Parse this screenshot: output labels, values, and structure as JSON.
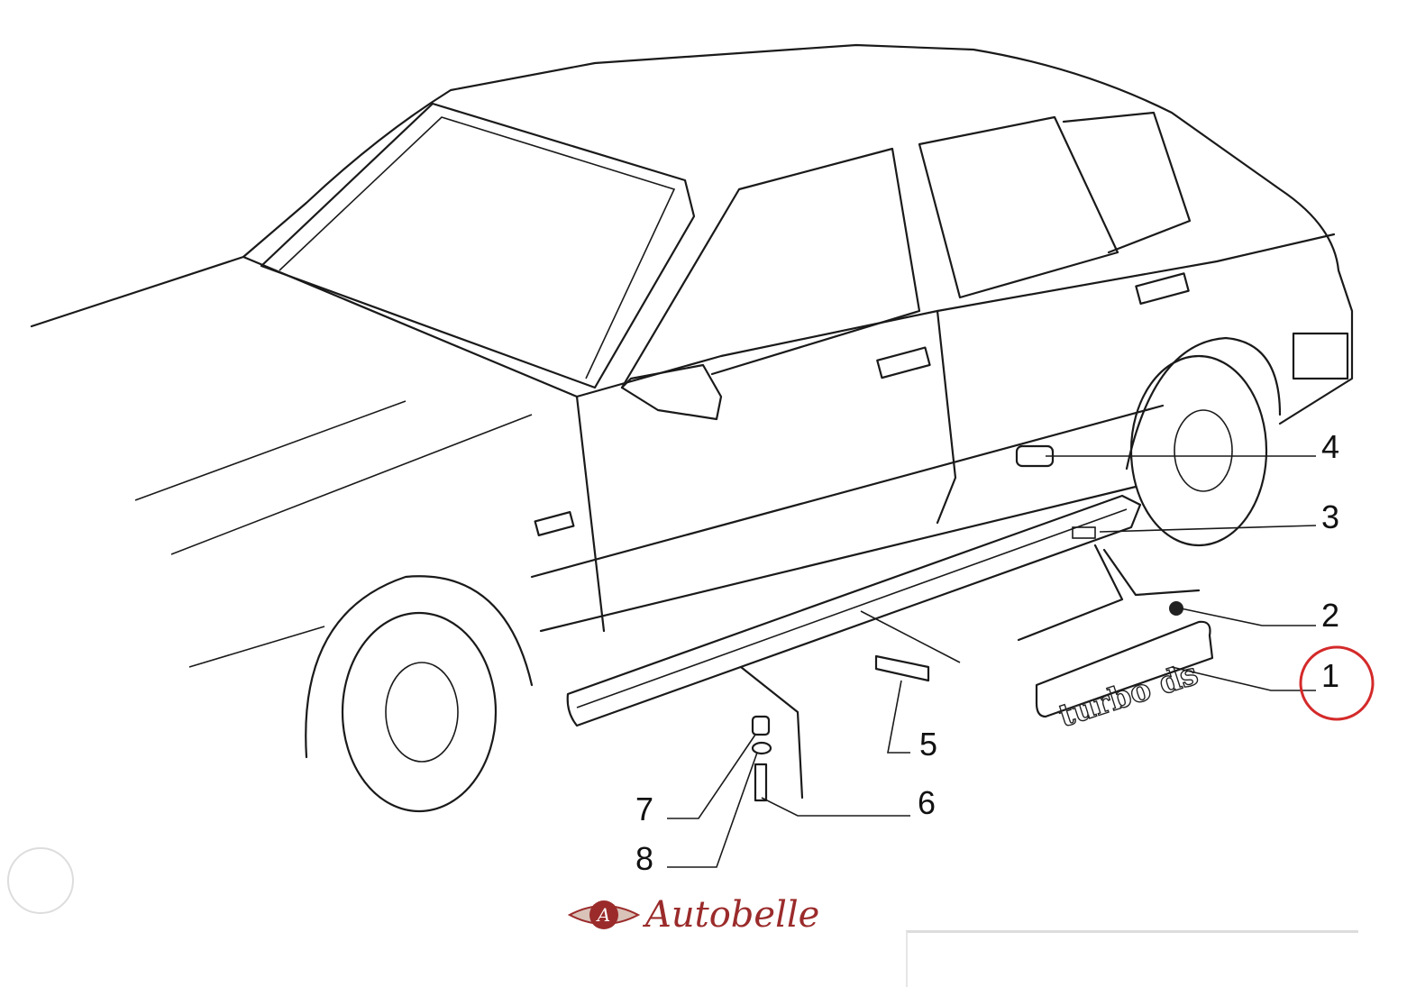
{
  "diagram": {
    "callouts": [
      {
        "id": "1",
        "label": "1",
        "highlighted": true
      },
      {
        "id": "2",
        "label": "2"
      },
      {
        "id": "3",
        "label": "3"
      },
      {
        "id": "4",
        "label": "4"
      },
      {
        "id": "5",
        "label": "5"
      },
      {
        "id": "6",
        "label": "6"
      },
      {
        "id": "7",
        "label": "7"
      },
      {
        "id": "8",
        "label": "8"
      }
    ],
    "badge_text": "turbo ds",
    "highlight_color": "#d42a2a"
  },
  "brand": {
    "name": "Autobelle",
    "monogram": "A",
    "color": "#9b2b2b"
  }
}
